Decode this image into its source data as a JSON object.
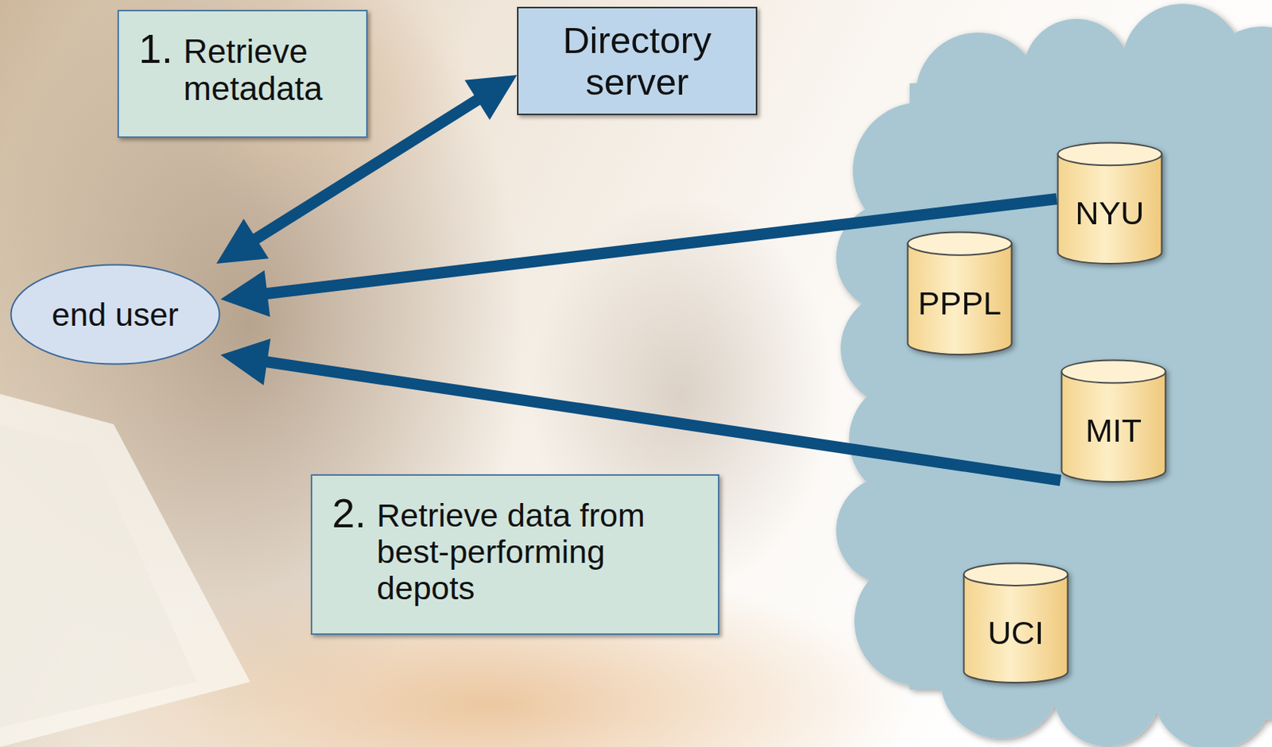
{
  "diagram": {
    "nodes": [
      {
        "text": [
          "1.",
          "Retrieve metadata"
        ]
      },
      {
        "text": [
          "Directory server"
        ]
      },
      {
        "text": [
          "NYU"
        ]
      },
      {
        "text": [
          "end user"
        ]
      },
      {
        "text": [
          "PPPL"
        ]
      },
      {
        "text": [
          "MIT"
        ]
      },
      {
        "text": [
          "2.",
          "Retrieve data from best-performing depots"
        ]
      },
      {
        "text": [
          "UCI"
        ]
      }
    ],
    "edges": [
      {
        "from": 3,
        "to": 1,
        "arrow": "both"
      },
      {
        "from": 2,
        "to": 3,
        "arrow": "to"
      },
      {
        "from": 5,
        "to": 3,
        "arrow": "to"
      }
    ]
  }
}
